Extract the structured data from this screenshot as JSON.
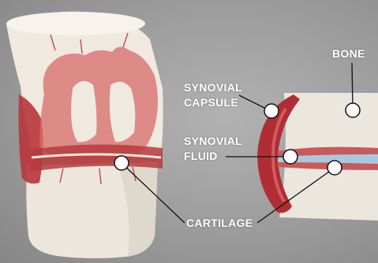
{
  "labels": {
    "bone": "BONE",
    "synovial_capsule": [
      "SYNOVIAL",
      "CAPSULE"
    ],
    "synovial_fluid": [
      "SYNOVIAL",
      "FLUID"
    ],
    "cartilage": "CARTILAGE"
  },
  "colors": {
    "background": "#9c9c9c",
    "bone": "#f0ebe2",
    "tissue": "#c9585a",
    "tissue_dark": "#a8262a",
    "fluid": "#a9c8e0",
    "marker_fill": "#ffffff",
    "leader_line": "#111111",
    "label_text": "#ffffff"
  }
}
